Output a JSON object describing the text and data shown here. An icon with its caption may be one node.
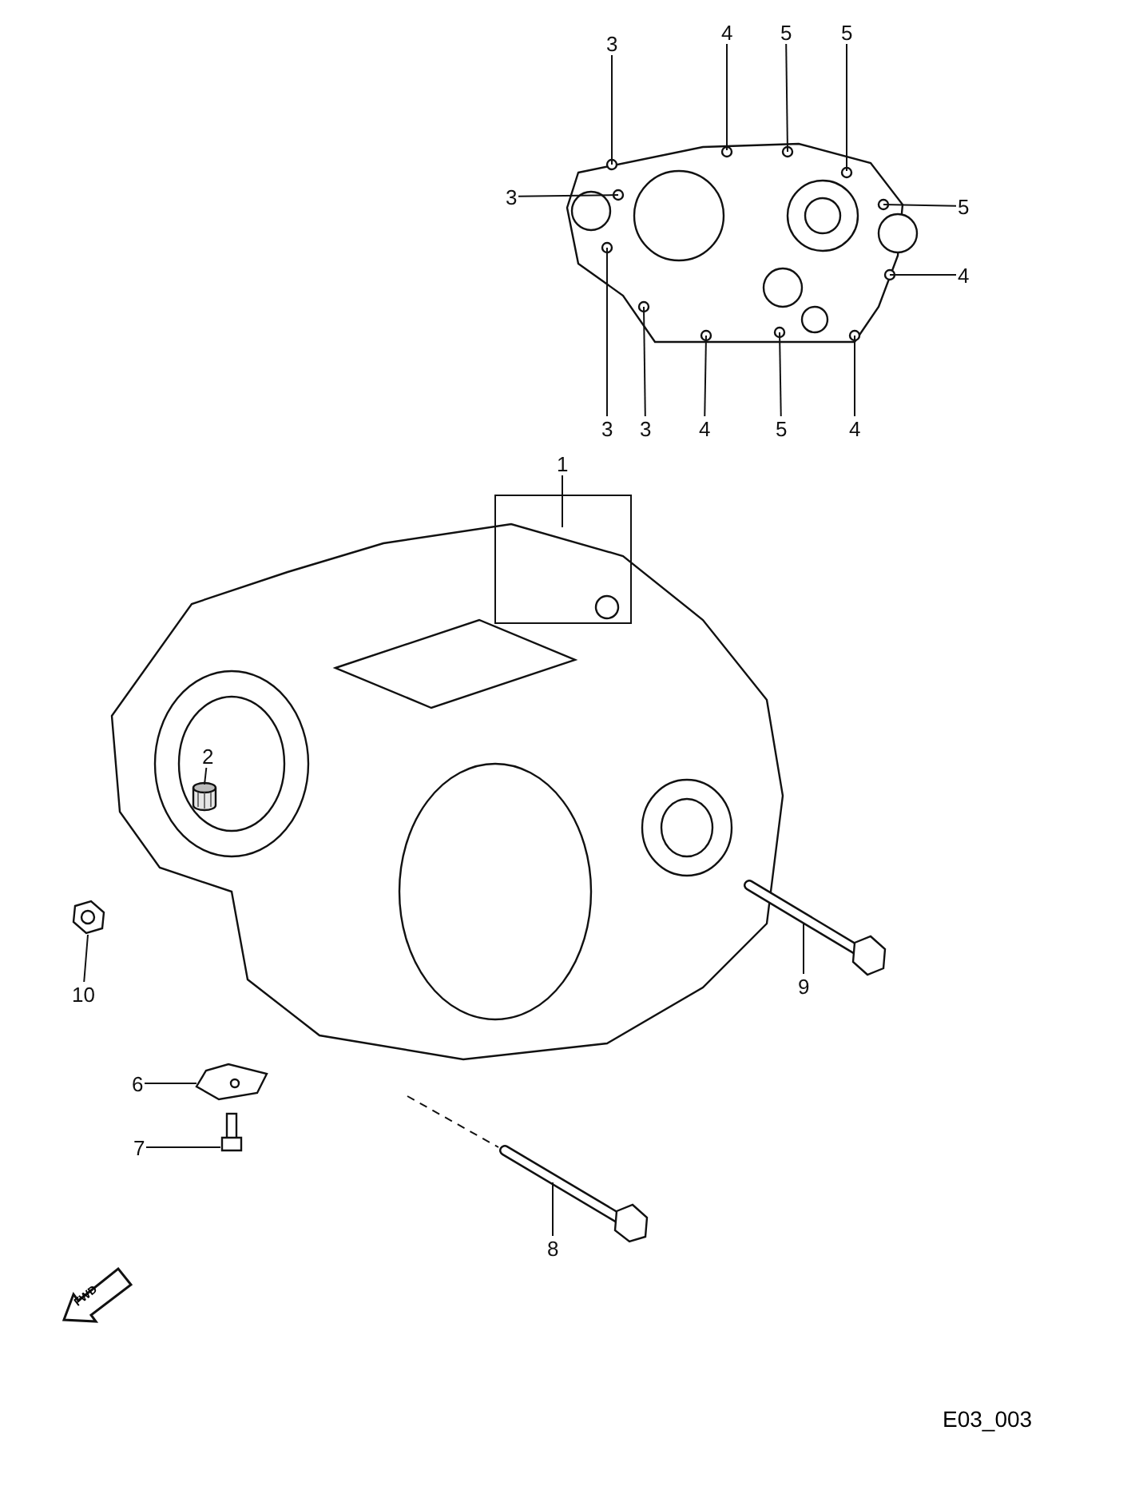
{
  "diagram": {
    "nodes": [
      {
        "text": [
          "3"
        ]
      },
      {
        "text": [
          "4"
        ]
      },
      {
        "text": [
          "5"
        ]
      },
      {
        "text": [
          "5"
        ]
      },
      {
        "text": [
          "3"
        ]
      },
      {
        "text": [
          "5"
        ]
      },
      {
        "text": [
          "4"
        ]
      },
      {
        "text": [
          "3"
        ]
      },
      {
        "text": [
          "3"
        ]
      },
      {
        "text": [
          "4"
        ]
      },
      {
        "text": [
          "5"
        ]
      },
      {
        "text": [
          "4"
        ]
      },
      {
        "text": [],
        "shape": "picture"
      },
      {
        "text": [
          "1"
        ]
      },
      {
        "text": [],
        "shape": "picture"
      },
      {
        "text": [
          "2"
        ],
        "in": 14
      },
      {
        "text": [],
        "shape": "picture",
        "in": 14
      },
      {
        "text": [
          "10"
        ]
      },
      {
        "text": [],
        "shape": "picture"
      },
      {
        "text": [
          "9"
        ]
      },
      {
        "text": [],
        "shape": "picture"
      },
      {
        "text": [
          "6"
        ]
      },
      {
        "text": [],
        "shape": "picture"
      },
      {
        "text": [
          "7"
        ]
      },
      {
        "text": [],
        "shape": "picture"
      },
      {
        "text": [
          "8"
        ]
      },
      {
        "text": [],
        "shape": "picture"
      }
    ],
    "edges": [
      {
        "from": 0,
        "to": 12,
        "arrow": "none"
      },
      {
        "from": 1,
        "to": 12,
        "arrow": "none"
      },
      {
        "from": 2,
        "to": 12,
        "arrow": "none"
      },
      {
        "from": 3,
        "to": 12,
        "arrow": "none"
      },
      {
        "from": 4,
        "to": 12,
        "arrow": "none"
      },
      {
        "from": 5,
        "to": 12,
        "arrow": "none"
      },
      {
        "from": 6,
        "to": 12,
        "arrow": "none"
      },
      {
        "from": 7,
        "to": 12,
        "arrow": "none"
      },
      {
        "from": 8,
        "to": 12,
        "arrow": "none"
      },
      {
        "from": 9,
        "to": 12,
        "arrow": "none"
      },
      {
        "from": 10,
        "to": 12,
        "arrow": "none"
      },
      {
        "from": 11,
        "to": 12,
        "arrow": "none"
      },
      {
        "from": 13,
        "to": 14,
        "arrow": "none"
      },
      {
        "from": 15,
        "to": 16,
        "arrow": "none"
      },
      {
        "from": 17,
        "to": 18,
        "arrow": "none"
      },
      {
        "from": 19,
        "to": 20,
        "arrow": "none"
      },
      {
        "from": 21,
        "to": 22,
        "arrow": "none"
      },
      {
        "from": 23,
        "to": 24,
        "arrow": "none"
      },
      {
        "from": 25,
        "to": 26,
        "arrow": "none"
      }
    ],
    "labels": [
      "FWD",
      "E03_003"
    ]
  }
}
